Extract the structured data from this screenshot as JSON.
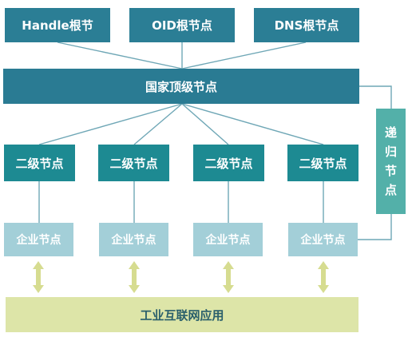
{
  "root_nodes": [
    "Handle根节",
    "OID根节点",
    "DNS根节点"
  ],
  "national_node": "国家顶级节点",
  "secondary_nodes": [
    "二级节点",
    "二级节点",
    "二级节点",
    "二级节点"
  ],
  "enterprise_nodes": [
    "企业节点",
    "企业节点",
    "企业节点",
    "企业节点"
  ],
  "recursive_node": [
    "递",
    "归",
    "节",
    "点"
  ],
  "application": "工业互联网应用",
  "colors": {
    "root": "#2b7e95",
    "national": "#2a7b93",
    "secondary": "#1d8a92",
    "enterprise": "#a3cfd8",
    "recursive": "#53b0a9",
    "application": "#dde5a8",
    "connector": "#6fa7b6",
    "arrow": "#d6dc90"
  }
}
